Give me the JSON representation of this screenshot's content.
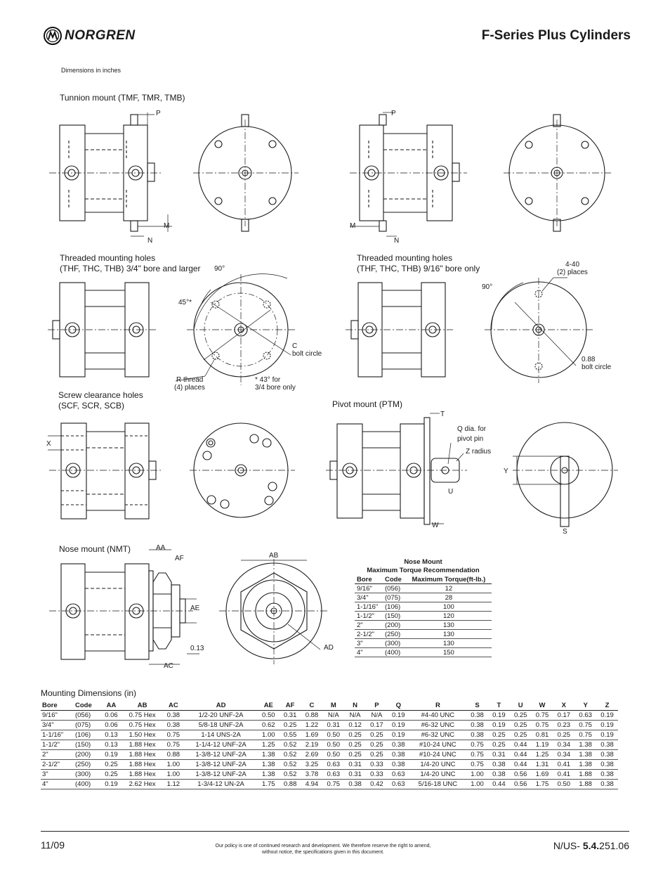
{
  "brand": {
    "name": "NORGREN"
  },
  "document": {
    "title": "F-Series Plus Cylinders",
    "dimensions_note": "Dimensions in inches"
  },
  "sections": {
    "trunnion": "Tunnion mount (TMF, TMR, TMB)",
    "threaded_large": [
      "Threaded mounting holes",
      "(THF, THC, THB) 3/4\" bore and larger"
    ],
    "threaded_small": [
      "Threaded mounting holes",
      "(THF, THC, THB) 9/16\" bore only"
    ],
    "screw": [
      "Screw clearance holes",
      "(SCF, SCR, SCB)"
    ],
    "pivot": "Pivot mount (PTM)",
    "nose": "Nose mount (NMT)"
  },
  "labels": {
    "p": "P",
    "m": "M",
    "n": "N",
    "t": "T",
    "u": "U",
    "w": "W",
    "x": "X",
    "y": "Y",
    "s": "S",
    "aa": "AA",
    "af": "AF",
    "ae": "AE",
    "ac": "AC",
    "ab": "AB",
    "ad": "AD",
    "dim013": "0.13",
    "deg90": "90°",
    "deg45": "45°*",
    "r_thread": [
      "R thread",
      "(4) places"
    ],
    "c_circle": [
      "C",
      "bolt circle"
    ],
    "deg43": [
      "* 43° for",
      "3/4 bore only"
    ],
    "holes440": [
      "4-40",
      "(2) places"
    ],
    "bc088": [
      "0.88",
      "bolt circle"
    ],
    "q_dia": [
      "Q dia. for",
      "pivot pin"
    ],
    "z_radius": "Z radius"
  },
  "torque_table": {
    "title": [
      "Nose Mount",
      "Maximum Torque Recommendation"
    ],
    "headers": [
      "Bore",
      "Code",
      "Maximum Torque(ft-lb.)"
    ],
    "rows": [
      [
        "9/16\"",
        "(056)",
        "12"
      ],
      [
        "3/4\"",
        "(075)",
        "28"
      ],
      [
        "1-1/16\"",
        "(106)",
        "100"
      ],
      [
        "1-1/2\"",
        "(150)",
        "120"
      ],
      [
        "2\"",
        "(200)",
        "130"
      ],
      [
        "2-1/2\"",
        "(250)",
        "130"
      ],
      [
        "3\"",
        "(300)",
        "130"
      ],
      [
        "4\"",
        "(400)",
        "150"
      ]
    ]
  },
  "mounting_table": {
    "title": "Mounting Dimensions (in)",
    "headers": [
      "Bore",
      "Code",
      "AA",
      "AB",
      "AC",
      "AD",
      "AE",
      "AF",
      "C",
      "M",
      "N",
      "P",
      "Q",
      "R",
      "S",
      "T",
      "U",
      "W",
      "X",
      "Y",
      "Z"
    ],
    "rows": [
      [
        "9/16\"",
        "(056)",
        "0.06",
        "0.75 Hex",
        "0.38",
        "1/2-20 UNF-2A",
        "0.50",
        "0.31",
        "0.88",
        "N/A",
        "N/A",
        "N/A",
        "0.19",
        "#4-40 UNC",
        "0.38",
        "0.19",
        "0.25",
        "0.75",
        "0.17",
        "0.63",
        "0.19"
      ],
      [
        "3/4\"",
        "(075)",
        "0.06",
        "0.75 Hex",
        "0.38",
        "5/8-18 UNF-2A",
        "0.62",
        "0.25",
        "1.22",
        "0.31",
        "0.12",
        "0.17",
        "0.19",
        "#6-32 UNC",
        "0.38",
        "0.19",
        "0.25",
        "0.75",
        "0.23",
        "0.75",
        "0.19"
      ],
      [
        "1-1/16\"",
        "(106)",
        "0.13",
        "1.50 Hex",
        "0.75",
        "1-14 UNS-2A",
        "1.00",
        "0.55",
        "1.69",
        "0.50",
        "0.25",
        "0.25",
        "0.19",
        "#6-32 UNC",
        "0.38",
        "0.25",
        "0.25",
        "0.81",
        "0.25",
        "0.75",
        "0.19"
      ],
      [
        "1-1/2\"",
        "(150)",
        "0.13",
        "1.88 Hex",
        "0.75",
        "1-1/4-12 UNF-2A",
        "1.25",
        "0.52",
        "2.19",
        "0.50",
        "0.25",
        "0.25",
        "0.38",
        "#10-24 UNC",
        "0.75",
        "0.25",
        "0.44",
        "1.19",
        "0.34",
        "1.38",
        "0.38"
      ],
      [
        "2\"",
        "(200)",
        "0.19",
        "1.88 Hex",
        "0.88",
        "1-3/8-12 UNF-2A",
        "1.38",
        "0.52",
        "2.69",
        "0.50",
        "0.25",
        "0.25",
        "0.38",
        "#10-24 UNC",
        "0.75",
        "0.31",
        "0.44",
        "1.25",
        "0.34",
        "1.38",
        "0.38"
      ],
      [
        "2-1/2\"",
        "(250)",
        "0.25",
        "1.88 Hex",
        "1.00",
        "1-3/8-12 UNF-2A",
        "1.38",
        "0.52",
        "3.25",
        "0.63",
        "0.31",
        "0.33",
        "0.38",
        "1/4-20 UNC",
        "0.75",
        "0.38",
        "0.44",
        "1.31",
        "0.41",
        "1.38",
        "0.38"
      ],
      [
        "3\"",
        "(300)",
        "0.25",
        "1.88 Hex",
        "1.00",
        "1-3/8-12 UNF-2A",
        "1.38",
        "0.52",
        "3.78",
        "0.63",
        "0.31",
        "0.33",
        "0.63",
        "1/4-20 UNC",
        "1.00",
        "0.38",
        "0.56",
        "1.69",
        "0.41",
        "1.88",
        "0.38"
      ],
      [
        "4\"",
        "(400)",
        "0.19",
        "2.62 Hex",
        "1.12",
        "1-3/4-12 UN-2A",
        "1.75",
        "0.88",
        "4.94",
        "0.75",
        "0.38",
        "0.42",
        "0.63",
        "5/16-18 UNC",
        "1.00",
        "0.44",
        "0.56",
        "1.75",
        "0.50",
        "1.88",
        "0.38"
      ]
    ]
  },
  "footer": {
    "date": "11/09",
    "policy": [
      "Our policy is one of continued research and development. We therefore reserve the right to amend,",
      "without notice, the specifications given in this document."
    ],
    "code_prefix": "N/US- ",
    "code_bold": "5.4.",
    "code_suffix": "251.06"
  }
}
